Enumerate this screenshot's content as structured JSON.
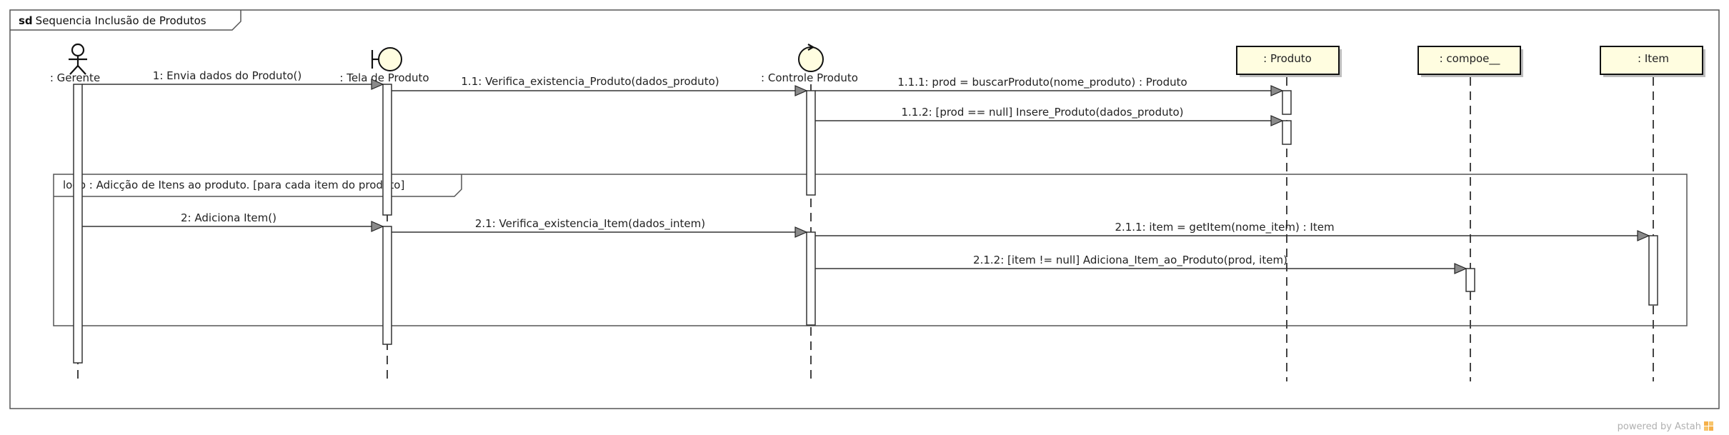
{
  "diagram": {
    "frame_keyword": "sd",
    "frame_title": "Sequencia Inclusão de Produtos",
    "loop_label": "loop : Adicção de Itens ao produto.  [para cada item do produto]",
    "watermark": "powered by Astah"
  },
  "lifelines": [
    {
      "id": "gerente",
      "label": ": Gerente",
      "kind": "actor"
    },
    {
      "id": "tela",
      "label": ": Tela de Produto",
      "kind": "boundary"
    },
    {
      "id": "controle",
      "label": ": Controle Produto",
      "kind": "control"
    },
    {
      "id": "produto",
      "label": ": Produto",
      "kind": "object"
    },
    {
      "id": "compoe",
      "label": ": compoe__",
      "kind": "object"
    },
    {
      "id": "item",
      "label": ": Item",
      "kind": "object"
    }
  ],
  "messages": [
    {
      "from": "gerente",
      "to": "tela",
      "label": "1: Envia dados do Produto()"
    },
    {
      "from": "tela",
      "to": "controle",
      "label": "1.1: Verifica_existencia_Produto(dados_produto)"
    },
    {
      "from": "controle",
      "to": "produto",
      "label": "1.1.1: prod = buscarProduto(nome_produto) : Produto"
    },
    {
      "from": "controle",
      "to": "produto",
      "label": "1.1.2: [prod == null] Insere_Produto(dados_produto)"
    },
    {
      "from": "gerente",
      "to": "tela",
      "label": "2: Adiciona Item()"
    },
    {
      "from": "tela",
      "to": "controle",
      "label": "2.1: Verifica_existencia_Item(dados_intem)"
    },
    {
      "from": "controle",
      "to": "item",
      "label": "2.1.1: item = getItem(nome_item) : Item"
    },
    {
      "from": "controle",
      "to": "compoe",
      "label": "2.1.2: [item != null] Adiciona_Item_ao_Produto(prod, item)"
    }
  ]
}
